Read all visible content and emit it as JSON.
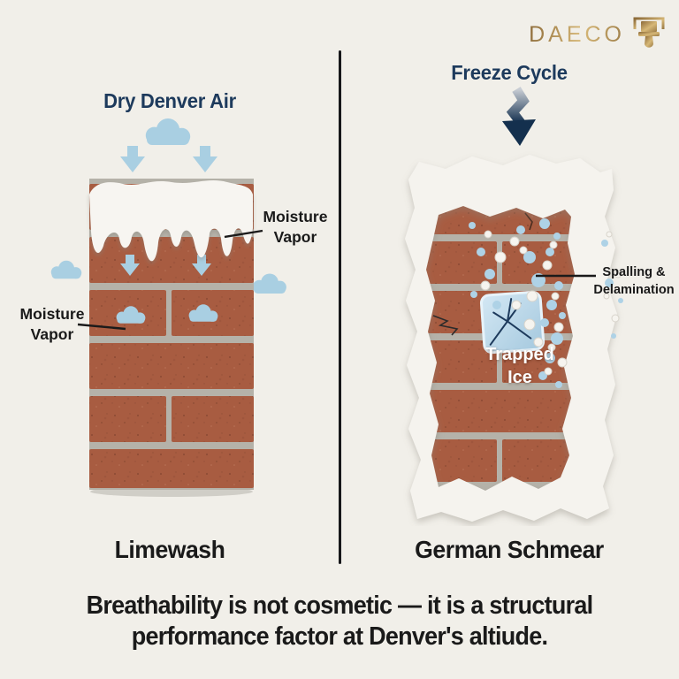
{
  "logo": {
    "brand": "DAECO",
    "icon": "paintbrush-icon"
  },
  "left_panel": {
    "title": "Dry Denver Air",
    "caption": "Limewash",
    "moisture_vapor_right": {
      "line1": "Moisture",
      "line2": "Vapor"
    },
    "moisture_vapor_left": {
      "line1": "Moisture",
      "line2": "Vapor"
    }
  },
  "right_panel": {
    "title": "Freeze Cycle",
    "caption": "German Schmear",
    "trapped_ice": {
      "line1": "Trapped",
      "line2": "Ice"
    },
    "spalling": {
      "line1": "Spalling &",
      "line2": "Delamination"
    }
  },
  "footer": {
    "line1": "Breathability is not cosmetic — it is a structural",
    "line2": "performance factor at Denver's altiude."
  },
  "colors": {
    "background": "#f1efe9",
    "navy": "#1d3a5c",
    "light_blue": "#a9cfe2",
    "ice_blue": "#bcdaeb",
    "brick": "#a85c41",
    "mortar": "#b5b2a9",
    "plaster_white": "#f5f3ee",
    "gold": "#b08c4f",
    "divider_black": "#17171a"
  }
}
